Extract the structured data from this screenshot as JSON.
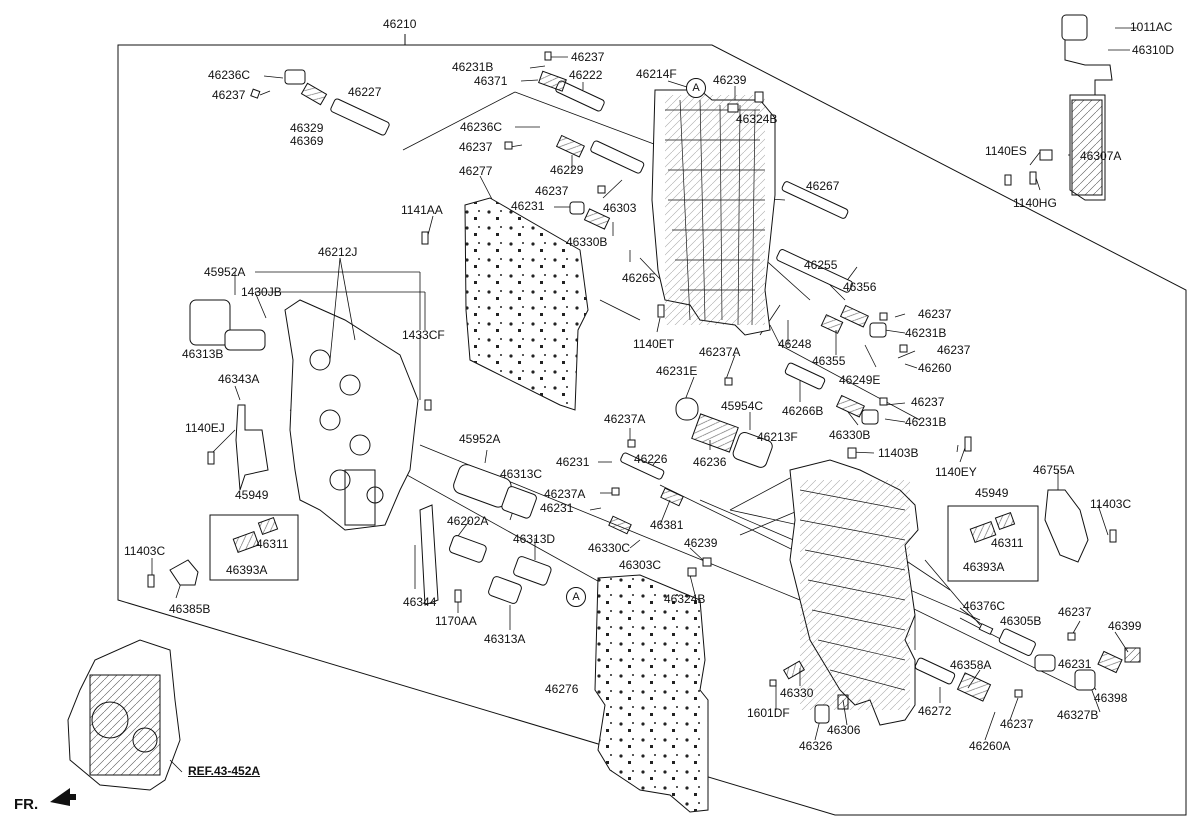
{
  "callouts": {
    "c46210": "46210",
    "c46231B_a": "46231B",
    "c46237_a": "46237",
    "c46371": "46371",
    "c46222": "46222",
    "c46214F": "46214F",
    "c46239_a": "46239",
    "c1011AC": "1011AC",
    "c46310D": "46310D",
    "c46236C_a": "46236C",
    "c46237_b": "46237",
    "c46227": "46227",
    "c46329": "46329",
    "c46369": "46369",
    "c46236C_b": "46236C",
    "c46237_c": "46237",
    "c46229": "46229",
    "c46324B_a": "46324B",
    "c46277": "46277",
    "c46237_d": "46237",
    "c46231_a": "46231",
    "c46303": "46303",
    "c46267": "46267",
    "c1140ES": "1140ES",
    "c46307A": "46307A",
    "c1140HG": "1140HG",
    "c1141AA": "1141AA",
    "c46330B_a": "46330B",
    "c46265": "46265",
    "c46212J": "46212J",
    "c46255": "46255",
    "c46356": "46356",
    "c45952A_a": "45952A",
    "c1430JB": "1430JB",
    "c46237_e": "46237",
    "c46231B_b": "46231B",
    "c1140ET": "1140ET",
    "c46248": "46248",
    "c46237_f": "46237",
    "c46313B": "46313B",
    "c1433CF": "1433CF",
    "c46237A_a": "46237A",
    "c46355": "46355",
    "c46260": "46260",
    "c46343A": "46343A",
    "c46231E": "46231E",
    "c46249E": "46249E",
    "c46237_g": "46237",
    "c45954C": "45954C",
    "c46266B": "46266B",
    "c46231B_c": "46231B",
    "c46237A_b": "46237A",
    "c46330B_b": "46330B",
    "c1140EJ": "1140EJ",
    "c46213F": "46213F",
    "c11403B": "11403B",
    "c45952A_b": "45952A",
    "c46236": "46236",
    "c1140EY": "1140EY",
    "c46231_b": "46231",
    "c46226": "46226",
    "c46313C": "46313C",
    "c46755A": "46755A",
    "c45949_a": "45949",
    "c46237A_c": "46237A",
    "c46231_c": "46231",
    "c45949_b": "45949",
    "c11403C_a": "11403C",
    "c46202A": "46202A",
    "c46381": "46381",
    "c46311_a": "46311",
    "c46313D": "46313D",
    "c46330C": "46330C",
    "c46239_b": "46239",
    "c46311_b": "46311",
    "c11403C_b": "11403C",
    "c46393A_a": "46393A",
    "c46303C": "46303C",
    "c46393A_b": "46393A",
    "c46385B": "46385B",
    "c46344": "46344",
    "c46324B_b": "46324B",
    "c46376C": "46376C",
    "c46237_h": "46237",
    "c46305B": "46305B",
    "c46399": "46399",
    "c1170AA": "1170AA",
    "c46313A": "46313A",
    "c46276": "46276",
    "c46231_d": "46231",
    "c46358A": "46358A",
    "c46330": "46330",
    "c46398": "46398",
    "c1601DF": "1601DF",
    "c46272": "46272",
    "c46327B": "46327B",
    "c46306": "46306",
    "c46237_i": "46237",
    "c46326": "46326",
    "c46260A": "46260A"
  },
  "markers": {
    "ref_a1": "A",
    "ref_a2": "A"
  },
  "reference": {
    "label": "REF.43-452A"
  },
  "orientation": {
    "label": "FR."
  }
}
